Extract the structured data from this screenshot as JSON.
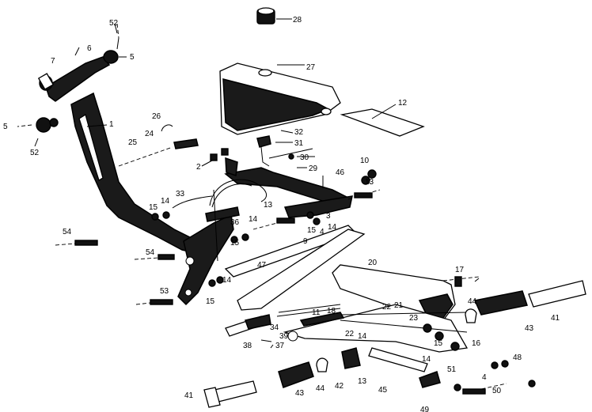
{
  "callouts": [
    {
      "id": "c28",
      "text": "28"
    },
    {
      "id": "c52a",
      "text": "52"
    },
    {
      "id": "c6",
      "text": "6"
    },
    {
      "id": "c7",
      "text": "7"
    },
    {
      "id": "c5a",
      "text": "5"
    },
    {
      "id": "c27",
      "text": "27"
    },
    {
      "id": "c12",
      "text": "12"
    },
    {
      "id": "c1",
      "text": "1"
    },
    {
      "id": "c26",
      "text": "26"
    },
    {
      "id": "c24",
      "text": "24"
    },
    {
      "id": "c25",
      "text": "25"
    },
    {
      "id": "c5b",
      "text": "5"
    },
    {
      "id": "c52b",
      "text": "52"
    },
    {
      "id": "c32",
      "text": "32"
    },
    {
      "id": "c31",
      "text": "31"
    },
    {
      "id": "c30",
      "text": "30"
    },
    {
      "id": "c29",
      "text": "29"
    },
    {
      "id": "c2",
      "text": "2"
    },
    {
      "id": "c46",
      "text": "46"
    },
    {
      "id": "c10",
      "text": "10"
    },
    {
      "id": "c13a",
      "text": "13"
    },
    {
      "id": "c33",
      "text": "33"
    },
    {
      "id": "c15a",
      "text": "15"
    },
    {
      "id": "c14a",
      "text": "14"
    },
    {
      "id": "c13b",
      "text": "13"
    },
    {
      "id": "c3",
      "text": "3"
    },
    {
      "id": "c4a",
      "text": "4"
    },
    {
      "id": "c15b",
      "text": "15"
    },
    {
      "id": "c14b",
      "text": "14"
    },
    {
      "id": "c36",
      "text": "36"
    },
    {
      "id": "c14c",
      "text": "14"
    },
    {
      "id": "c15c",
      "text": "15"
    },
    {
      "id": "c9",
      "text": "9"
    },
    {
      "id": "c54a",
      "text": "54"
    },
    {
      "id": "c54b",
      "text": "54"
    },
    {
      "id": "c47",
      "text": "47"
    },
    {
      "id": "c14d",
      "text": "14"
    },
    {
      "id": "c53",
      "text": "53"
    },
    {
      "id": "c15d",
      "text": "15"
    },
    {
      "id": "c20",
      "text": "20"
    },
    {
      "id": "c17",
      "text": "17"
    },
    {
      "id": "c11",
      "text": "11"
    },
    {
      "id": "c18",
      "text": "18"
    },
    {
      "id": "c22a",
      "text": "22"
    },
    {
      "id": "c21",
      "text": "21"
    },
    {
      "id": "c23",
      "text": "23"
    },
    {
      "id": "c44a",
      "text": "44"
    },
    {
      "id": "c41a",
      "text": "41"
    },
    {
      "id": "c43a",
      "text": "43"
    },
    {
      "id": "c16",
      "text": "16"
    },
    {
      "id": "c34",
      "text": "34"
    },
    {
      "id": "c39",
      "text": "39"
    },
    {
      "id": "c38",
      "text": "38"
    },
    {
      "id": "c37",
      "text": "37"
    },
    {
      "id": "c22b",
      "text": "22"
    },
    {
      "id": "c14e",
      "text": "14"
    },
    {
      "id": "c14f",
      "text": "14"
    },
    {
      "id": "c15e",
      "text": "15"
    },
    {
      "id": "c51",
      "text": "51"
    },
    {
      "id": "c48",
      "text": "48"
    },
    {
      "id": "c4b",
      "text": "4"
    },
    {
      "id": "c13c",
      "text": "13"
    },
    {
      "id": "c44b",
      "text": "44"
    },
    {
      "id": "c42",
      "text": "42"
    },
    {
      "id": "c43b",
      "text": "43"
    },
    {
      "id": "c45",
      "text": "45"
    },
    {
      "id": "c50",
      "text": "50"
    },
    {
      "id": "c49",
      "text": "49"
    },
    {
      "id": "c41b",
      "text": "41"
    }
  ]
}
